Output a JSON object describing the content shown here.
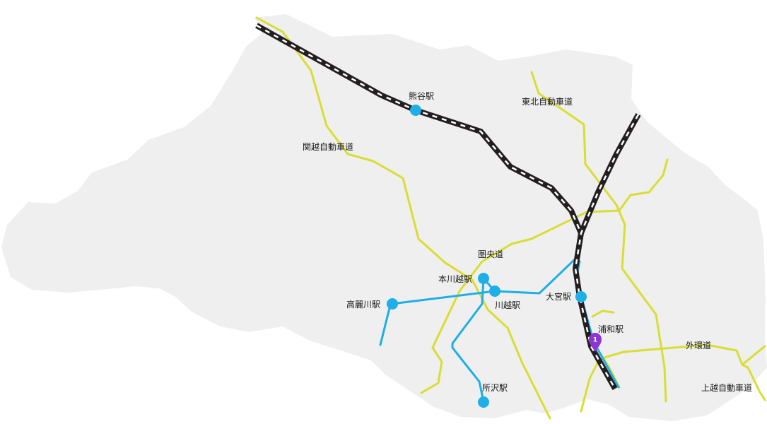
{
  "colors": {
    "land": "#efefef",
    "expressway": "#d8de32",
    "local_rail": "#1eaee8",
    "shinkansen_dark": "#231f20",
    "shinkansen_light": "#ffffff",
    "marker": "#8a35d6",
    "label": "#1a1a1a"
  },
  "roads": {
    "kanetsu": "関越自動車道",
    "tohoku": "東北自動車道",
    "ken_o": "圏央道",
    "gaikan": "外環道",
    "joetsu": "上越自動車道"
  },
  "stations": {
    "kumagaya": "熊谷駅",
    "hon_kawagoe": "本川越駅",
    "kawagoe": "川越駅",
    "komagawa": "高麗川駅",
    "omiya": "大宮駅",
    "tokorozawa": "所沢駅",
    "urawa": "浦和駅"
  },
  "marker": {
    "number": "1",
    "icon": "map-pin-icon"
  }
}
